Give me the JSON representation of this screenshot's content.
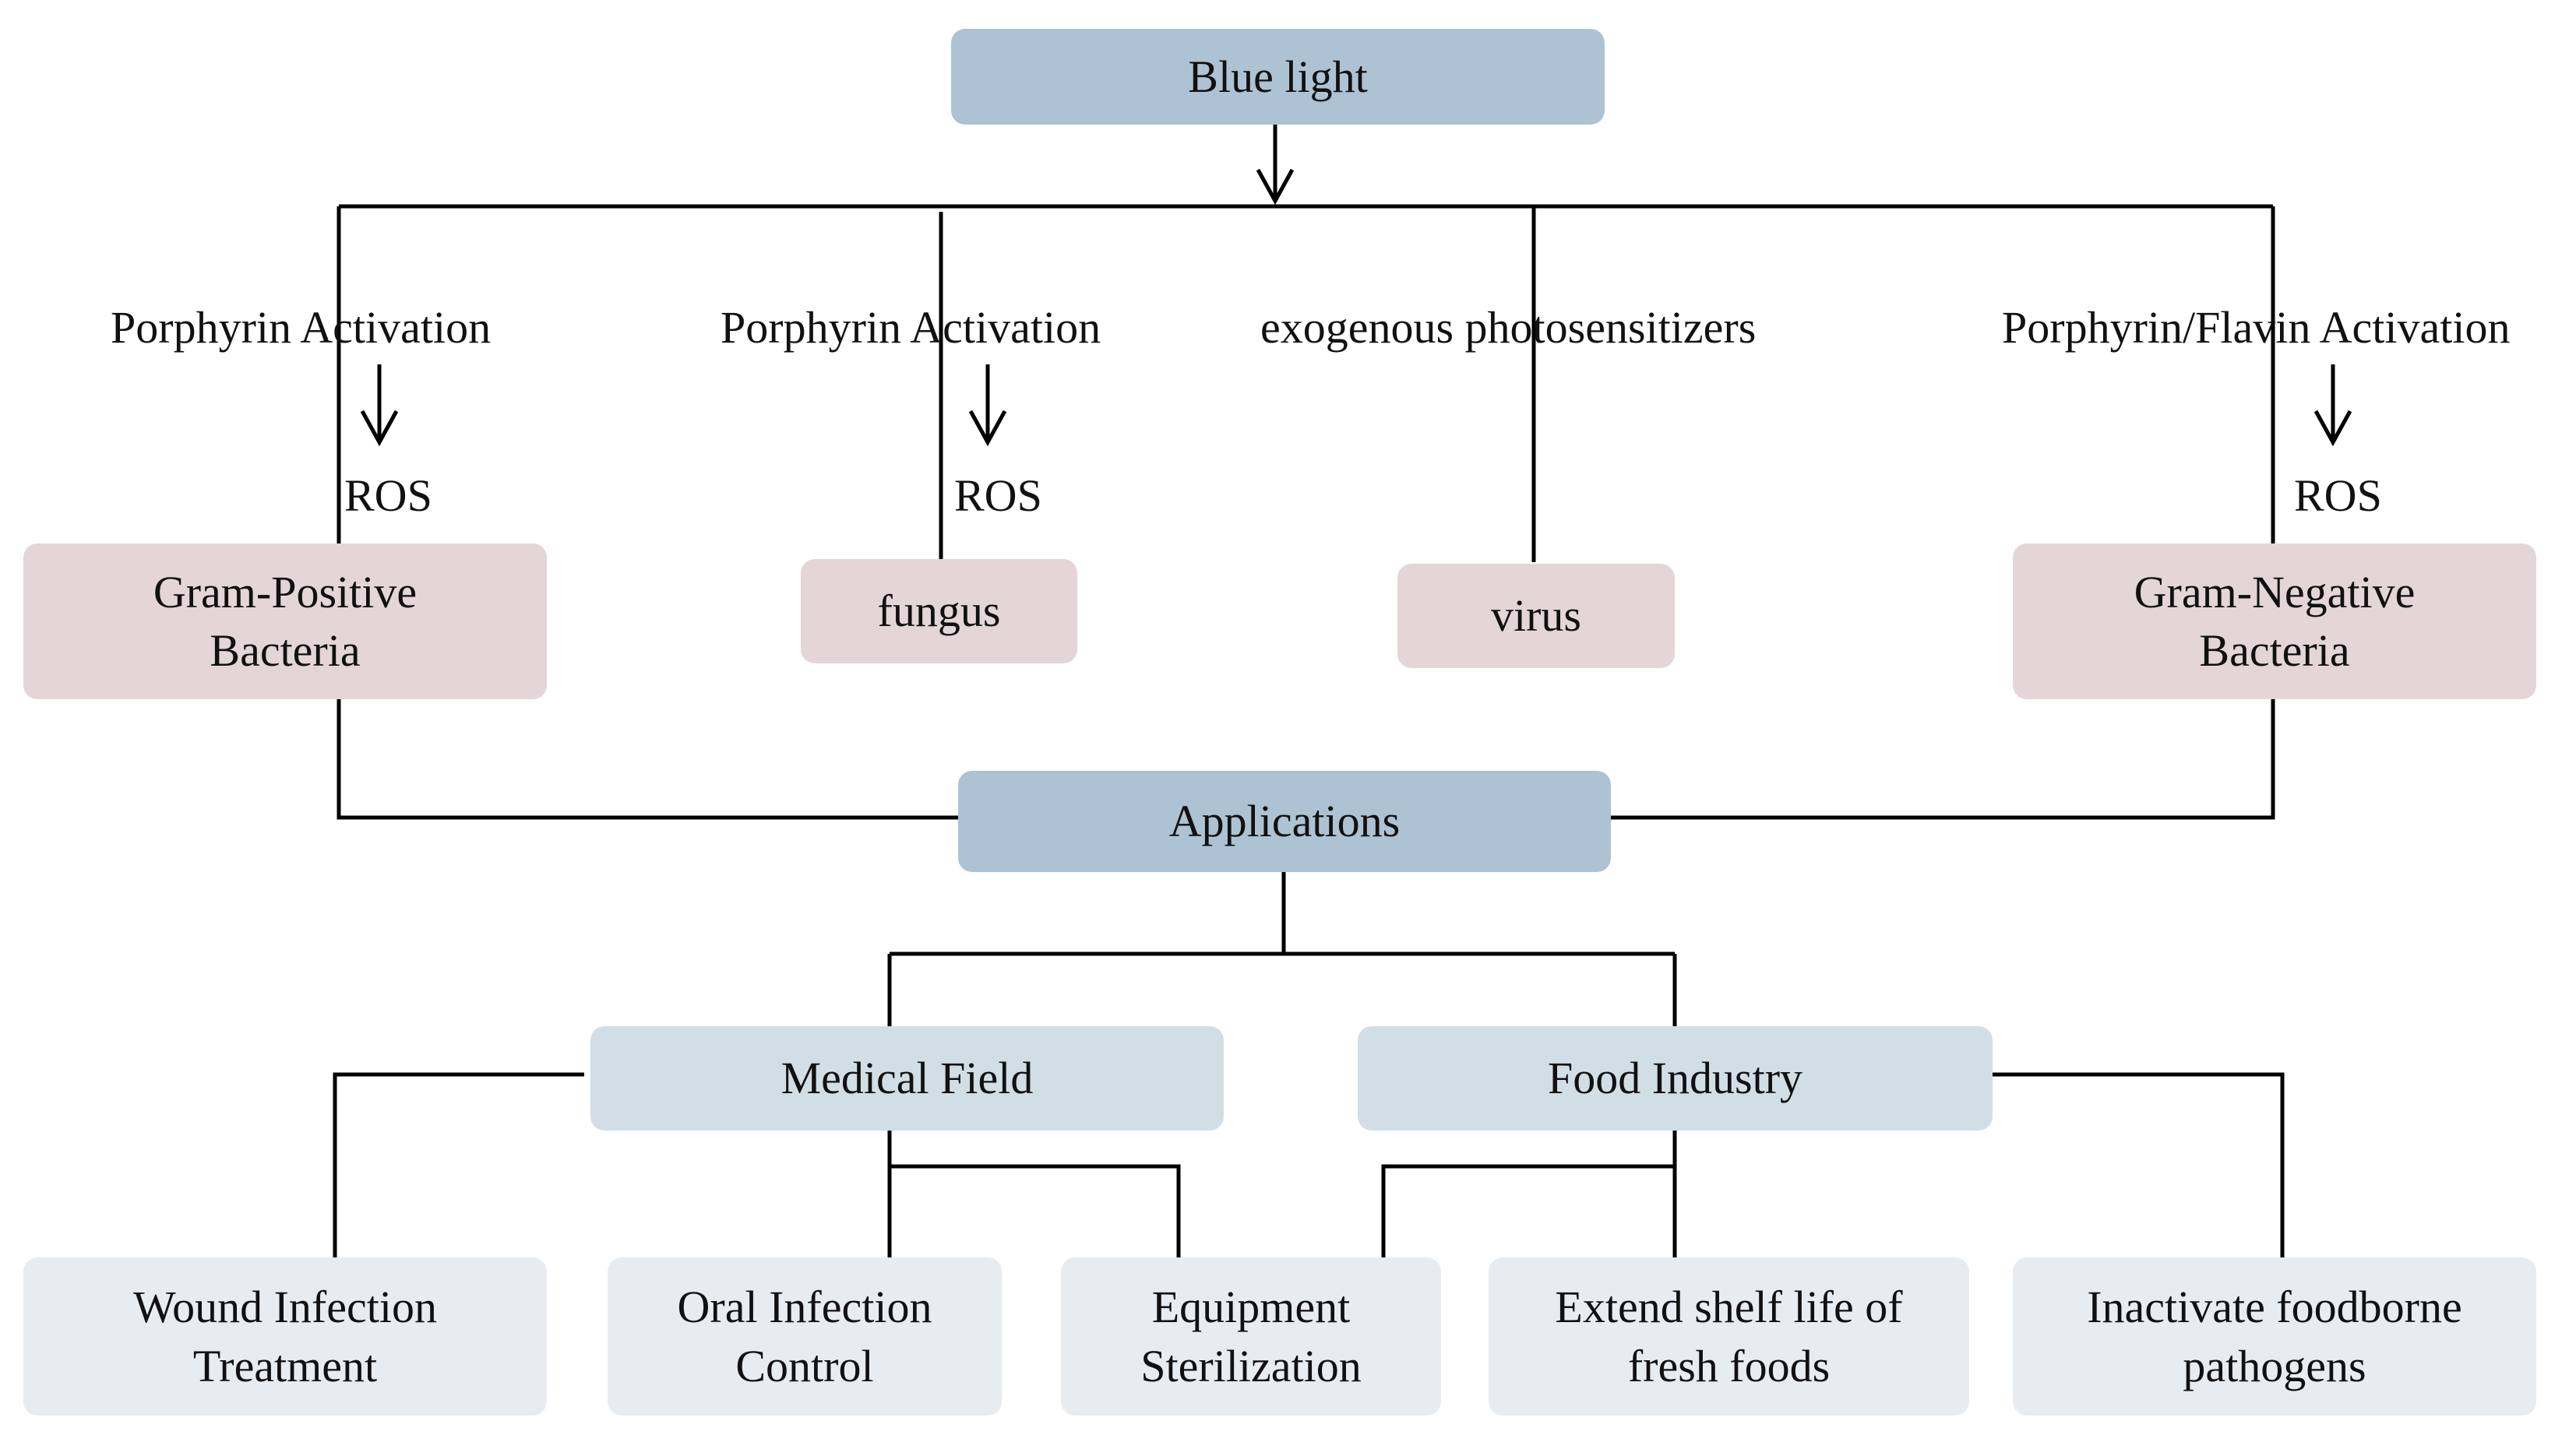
{
  "colors": {
    "top_box": "#adc3d3",
    "organism_box": "#e4d5d9",
    "field_box": "#d2dee6",
    "application_box": "#e7ecf1",
    "line": "#000000"
  },
  "source": {
    "label": "Blue light"
  },
  "mechanisms": {
    "gram_positive": {
      "activation": "Porphyrin Activation",
      "product": "ROS"
    },
    "fungus": {
      "activation": "Porphyrin Activation",
      "product": "ROS"
    },
    "virus": {
      "activation": "exogenous photosensitizers"
    },
    "gram_negative": {
      "activation": "Porphyrin/Flavin Activation",
      "product": "ROS"
    }
  },
  "organisms": {
    "gram_positive": {
      "line1": "Gram-Positive",
      "line2": "Bacteria"
    },
    "fungus": {
      "label": "fungus"
    },
    "virus": {
      "label": "virus"
    },
    "gram_negative": {
      "line1": "Gram-Negative",
      "line2": "Bacteria"
    }
  },
  "applications": {
    "label": "Applications"
  },
  "fields": {
    "medical": "Medical Field",
    "food": "Food Industry"
  },
  "uses": {
    "wound": {
      "line1": "Wound Infection",
      "line2": "Treatment"
    },
    "oral": {
      "line1": "Oral Infection",
      "line2": "Control"
    },
    "equipment": {
      "line1": "Equipment",
      "line2": "Sterilization"
    },
    "shelf_life": {
      "line1": "Extend shelf life of",
      "line2": "fresh foods"
    },
    "foodborne": {
      "line1": "Inactivate foodborne",
      "line2": "pathogens"
    }
  }
}
